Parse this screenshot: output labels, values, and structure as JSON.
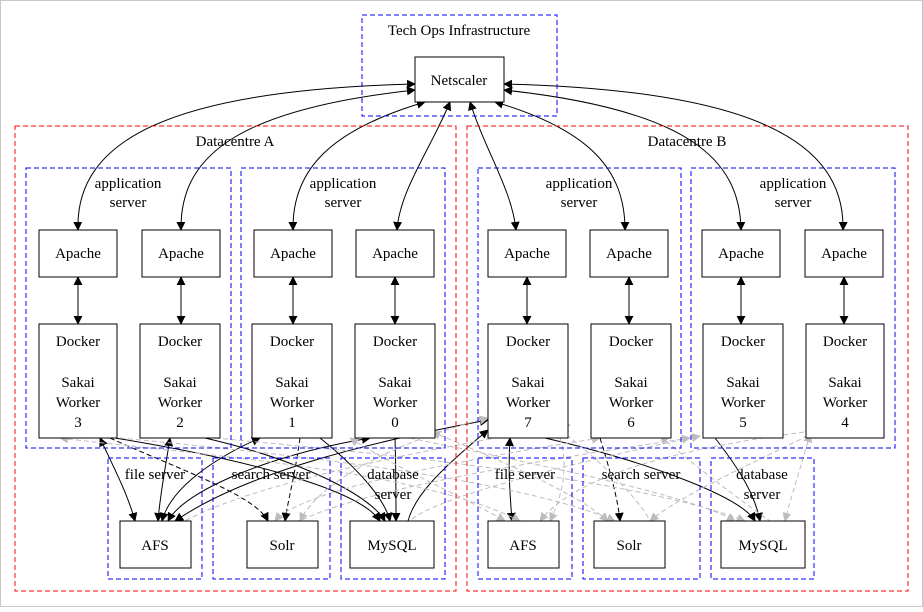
{
  "tech_ops": {
    "title": "Tech Ops Infrastructure",
    "netscaler": "Netscaler"
  },
  "datacentres": [
    {
      "title": "Datacentre A",
      "app_servers": [
        {
          "title_line1": "application",
          "title_line2": "server",
          "workers": [
            {
              "apache": "Apache",
              "lines": [
                "Docker",
                "",
                "Sakai",
                "Worker",
                "3"
              ]
            },
            {
              "apache": "Apache",
              "lines": [
                "Docker",
                "",
                "Sakai",
                "Worker",
                "2"
              ]
            }
          ]
        },
        {
          "title_line1": "application",
          "title_line2": "server",
          "workers": [
            {
              "apache": "Apache",
              "lines": [
                "Docker",
                "",
                "Sakai",
                "Worker",
                "1"
              ]
            },
            {
              "apache": "Apache",
              "lines": [
                "Docker",
                "",
                "Sakai",
                "Worker",
                "0"
              ]
            }
          ]
        }
      ],
      "file_server": {
        "title": "file server",
        "node": "AFS"
      },
      "search_server": {
        "title": "search server",
        "node": "Solr"
      },
      "database_server": {
        "title_line1": "database",
        "title_line2": "server",
        "node": "MySQL"
      }
    },
    {
      "title": "Datacentre B",
      "app_servers": [
        {
          "title_line1": "application",
          "title_line2": "server",
          "workers": [
            {
              "apache": "Apache",
              "lines": [
                "Docker",
                "",
                "Sakai",
                "Worker",
                "7"
              ]
            },
            {
              "apache": "Apache",
              "lines": [
                "Docker",
                "",
                "Sakai",
                "Worker",
                "6"
              ]
            }
          ]
        },
        {
          "title_line1": "application",
          "title_line2": "server",
          "workers": [
            {
              "apache": "Apache",
              "lines": [
                "Docker",
                "",
                "Sakai",
                "Worker",
                "5"
              ]
            },
            {
              "apache": "Apache",
              "lines": [
                "Docker",
                "",
                "Sakai",
                "Worker",
                "4"
              ]
            }
          ]
        }
      ],
      "file_server": {
        "title": "file server",
        "node": "AFS"
      },
      "search_server": {
        "title": "search server",
        "node": "Solr"
      },
      "database_server": {
        "title_line1": "database",
        "title_line2": "server",
        "node": "MySQL"
      }
    }
  ],
  "colors": {
    "datacentre_border": "#ff0000",
    "cluster_border": "#0000ff",
    "edge_primary": "#000000",
    "edge_secondary": "#bdbdbd"
  }
}
